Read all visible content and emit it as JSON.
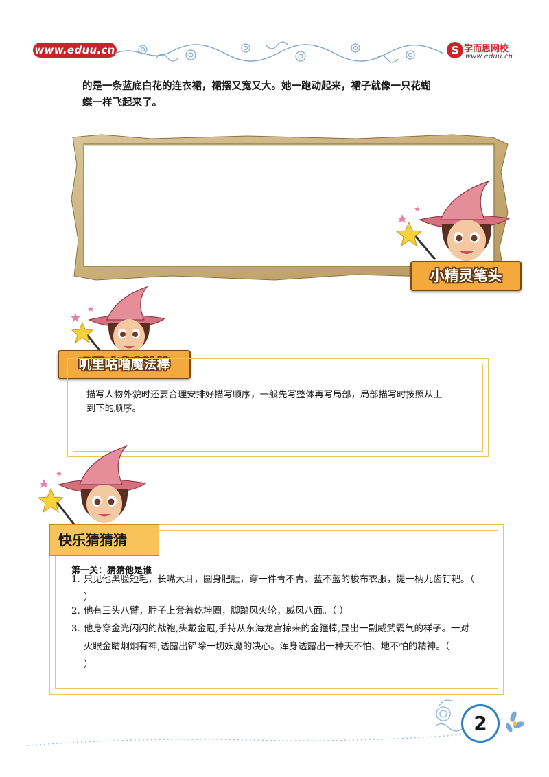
{
  "header": {
    "url_badge": "www.eduu.cn",
    "brand_name": "学而思网校",
    "brand_url": "www.eduu.cn",
    "brand_logo_letter": "S"
  },
  "intro": {
    "line1": "的是一条蓝底白花的连衣裙，裙摆又宽又大。她一跑动起来，裙子就像一只花蝴",
    "line2": "蝶一样飞起来了。"
  },
  "sections": {
    "pen_label": "小精灵笔头",
    "wand_label": "叽里咕噜魔法棒",
    "guess_label": "快乐猜猜猜"
  },
  "tip": {
    "text_line1": "描写人物外貌时还要合理安排好描写顺序，一般先写整体再写局部，局部描写时按照从上",
    "text_line2": "到下的顺序。"
  },
  "quiz": {
    "level_title": "第一关：猜猜他是谁",
    "q1_num": "1.",
    "q1_line1": "只见他黑脸短毛，长嘴大耳，圆身肥肚，穿一件青不青、蓝不蓝的梭布衣服，提一柄九齿钉耙。（",
    "q1_line2": "）",
    "q2_num": "2.",
    "q2_line1": "他有三头八臂，脖子上套着乾坤圈，脚踏风火轮，威风八面。（          ）",
    "q3_num": "3.",
    "q3_line1": "他身穿金光闪闪的战袍,头戴金冠,手持从东海龙宫掠来的金箍棒,显出一副威武霸气的样子。一对",
    "q3_line2": "火眼金睛炯炯有神,透露出铲除一切妖魔的决心。浑身透露出一种天不怕、地不怕的精神。（",
    "q3_line3": "）"
  },
  "footer": {
    "page_number": "2"
  },
  "colors": {
    "brand_red": "#c8242b",
    "frame_gold": "#f0c45a",
    "label_orange": "#f4a93c",
    "page_circle_blue": "#2f7fc4"
  },
  "icons": [
    "witch-icon",
    "star-wand-icon",
    "swirl-ornament-icon",
    "flower-icon",
    "brand-logo-icon"
  ]
}
